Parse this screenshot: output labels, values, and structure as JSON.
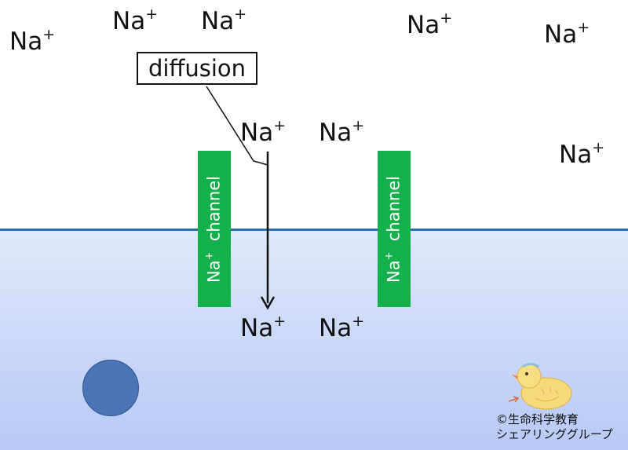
{
  "ions": {
    "label": "Na",
    "charge": "+"
  },
  "diffusion_label": "diffusion",
  "channels": {
    "name": "Na",
    "charge": "+",
    "word": "channel"
  },
  "copyright": {
    "line1": "©生命科学教育",
    "line2": "シェアリンググループ"
  },
  "colors": {
    "channel": "#14b04c",
    "membrane": "#2a72ad",
    "cytoplasm": "#b7c9f6",
    "organelle": "#4a74b6"
  }
}
